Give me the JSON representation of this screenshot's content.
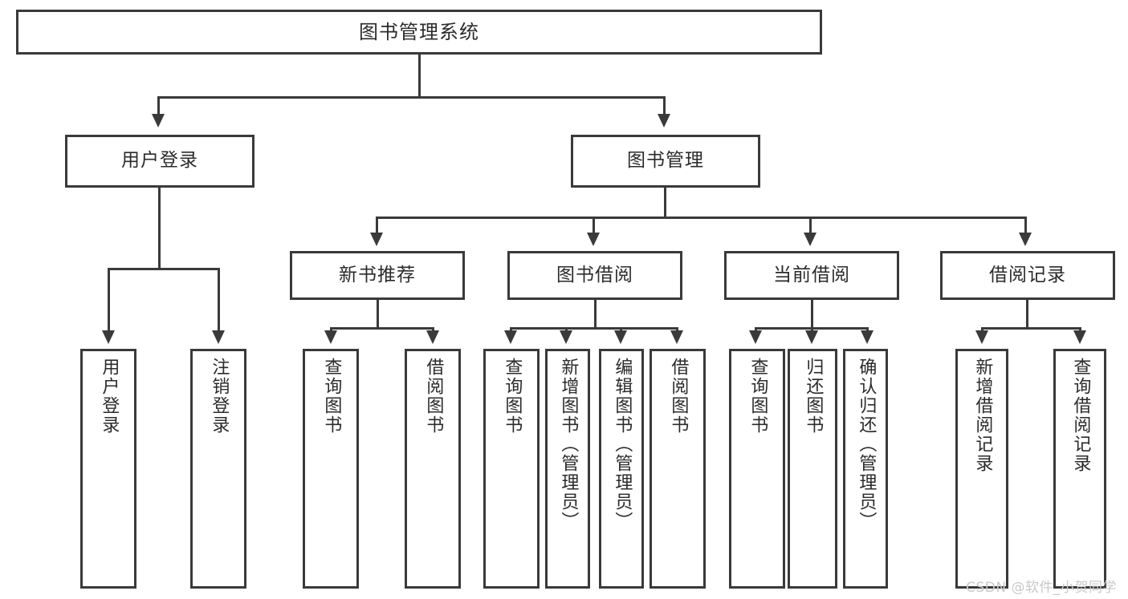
{
  "diagram": {
    "title": "图书管理系统",
    "type": "hierarchy-tree",
    "watermark": "CSDN @软件_小贺同学",
    "colors": {
      "stroke": "#3a3a3a",
      "text": "#2b2b2b",
      "background": "#ffffff",
      "watermark": "#c9c9c9"
    },
    "levels": {
      "root": {
        "label": "图书管理系统"
      },
      "level2": [
        {
          "label": "用户登录"
        },
        {
          "label": "图书管理"
        }
      ],
      "level3": [
        {
          "label": "新书推荐"
        },
        {
          "label": "图书借阅"
        },
        {
          "label": "当前借阅"
        },
        {
          "label": "借阅记录"
        }
      ]
    },
    "leaves": {
      "user_login": [
        {
          "label": "用户登录"
        },
        {
          "label": "注销登录"
        }
      ],
      "new_book_recommend": [
        {
          "label": "查询图书"
        },
        {
          "label": "借阅图书"
        }
      ],
      "book_borrow": [
        {
          "label": "查询图书"
        },
        {
          "label": "新增图书（管理员）"
        },
        {
          "label": "编辑图书（管理员）"
        },
        {
          "label": "借阅图书"
        }
      ],
      "current_borrow": [
        {
          "label": "查询图书"
        },
        {
          "label": "归还图书"
        },
        {
          "label": "确认归还（管理员）"
        }
      ],
      "borrow_record": [
        {
          "label": "新增借阅记录"
        },
        {
          "label": "查询借阅记录"
        }
      ]
    }
  }
}
